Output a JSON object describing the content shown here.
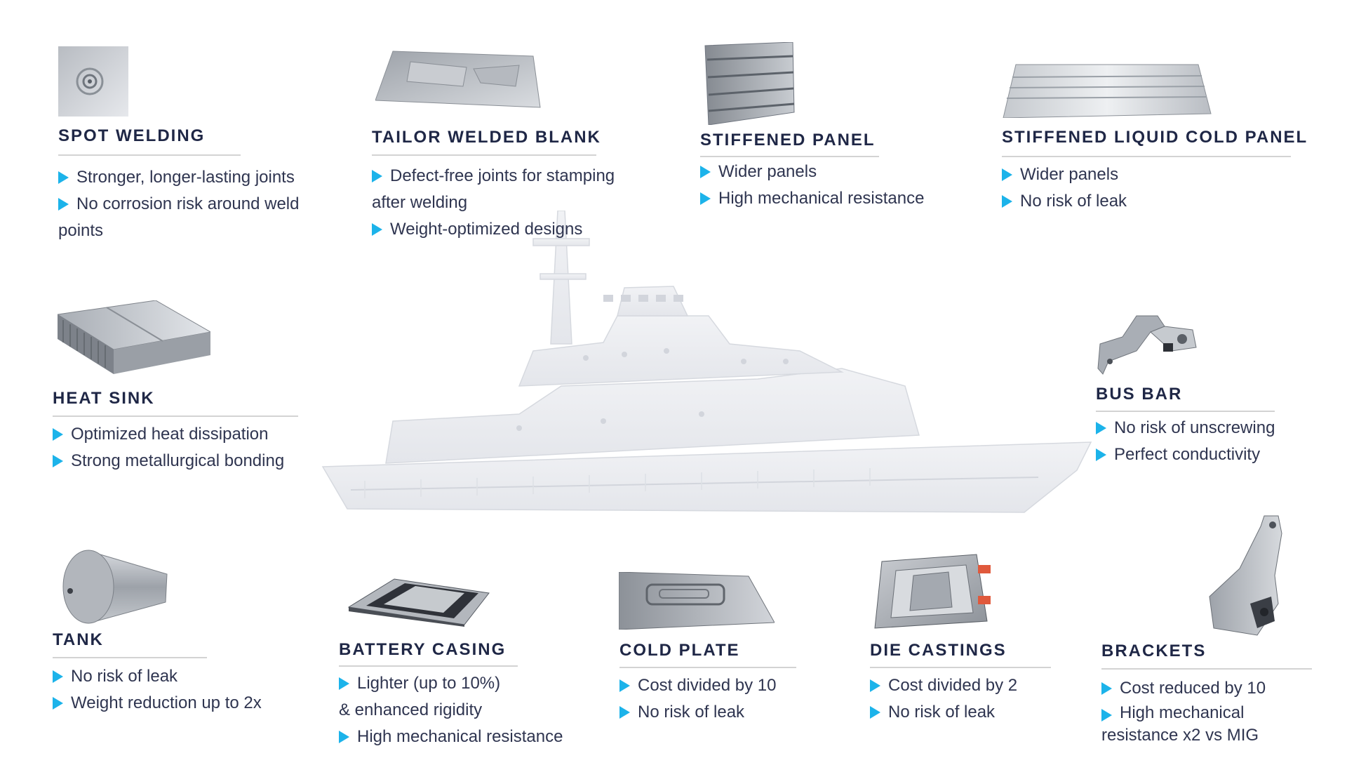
{
  "accent_color": "#1cb3ea",
  "title_color": "#1f2746",
  "background_image": "patrol-ship-silhouette",
  "products": {
    "spot_welding": {
      "title": "SPOT WELDING",
      "bullets": [
        "Stronger, longer-lasting joints",
        "No corrosion risk around weld"
      ],
      "continuation": "points"
    },
    "tailor_welded_blank": {
      "title": "TAILOR WELDED BLANK",
      "bullets": [
        "Defect-free joints for stamping",
        "Weight-optimized designs"
      ],
      "continuation": "after welding"
    },
    "stiffened_panel": {
      "title": "STIFFENED PANEL",
      "bullets": [
        "Wider panels",
        "High mechanical resistance"
      ]
    },
    "stiffened_liquid_cold_panel": {
      "title": "STIFFENED LIQUID COLD PANEL",
      "bullets": [
        "Wider panels",
        "No risk of leak"
      ]
    },
    "heat_sink": {
      "title": "HEAT SINK",
      "bullets": [
        "Optimized heat dissipation",
        "Strong metallurgical bonding"
      ]
    },
    "bus_bar": {
      "title": "BUS BAR",
      "bullets": [
        "No risk of unscrewing",
        "Perfect conductivity"
      ]
    },
    "tank": {
      "title": "TANK",
      "bullets": [
        "No risk of leak",
        "Weight reduction up to 2x"
      ]
    },
    "battery_casing": {
      "title": "BATTERY CASING",
      "bullets": [
        "Lighter (up to 10%)",
        "High mechanical resistance"
      ],
      "continuation": "& enhanced rigidity"
    },
    "cold_plate": {
      "title": "COLD PLATE",
      "bullets": [
        "Cost divided by 10",
        "No risk of leak"
      ]
    },
    "die_castings": {
      "title": "DIE CASTINGS",
      "bullets": [
        "Cost divided by 2",
        "No risk of leak"
      ]
    },
    "brackets": {
      "title": "BRACKETS",
      "bullets": [
        "Cost reduced by 10",
        "High mechanical"
      ],
      "continuation": "resistance x2 vs MIG"
    }
  }
}
